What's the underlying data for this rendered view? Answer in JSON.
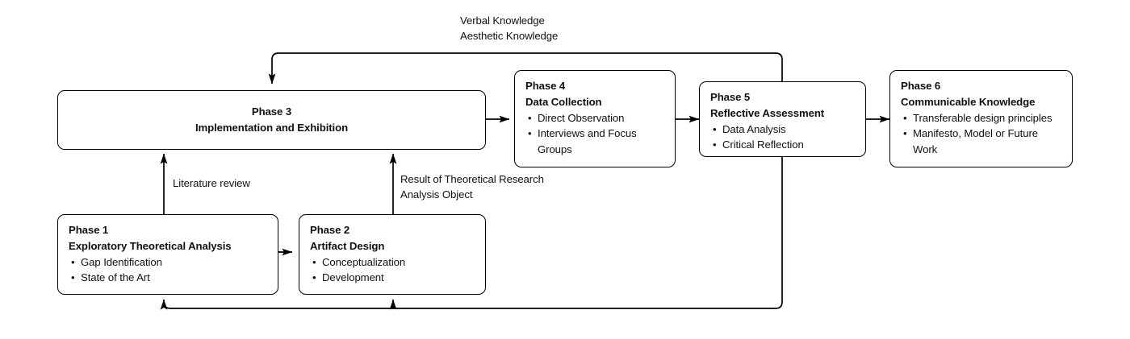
{
  "diagram": {
    "title": "Research phases process diagram",
    "stroke_color": "#000000",
    "background_color": "#ffffff",
    "text_color": "#111111",
    "bullet_glyph": "•"
  },
  "boxes": {
    "phase1": {
      "phase": "Phase 1",
      "name": "Exploratory Theoretical Analysis",
      "items": [
        "Gap Identification",
        "State of the Art"
      ]
    },
    "phase2": {
      "phase": "Phase 2",
      "name": "Artifact Design",
      "items": [
        "Conceptualization",
        "Development"
      ]
    },
    "phase3": {
      "phase": "Phase 3",
      "name": "Implementation and Exhibition",
      "items": []
    },
    "phase4": {
      "phase": "Phase 4",
      "name": "Data Collection",
      "items": [
        "Direct Observation",
        "Interviews and Focus Groups"
      ]
    },
    "phase5": {
      "phase": "Phase 5",
      "name": "Reflective Assessment",
      "items": [
        "Data Analysis",
        "Critical Reflection"
      ]
    },
    "phase6": {
      "phase": "Phase 6",
      "name": "Communicable Knowledge",
      "items": [
        "Transferable design principles",
        "Manifesto, Model or Future Work"
      ]
    }
  },
  "edge_labels": {
    "feedback_top_line1": "Verbal Knowledge",
    "feedback_top_line2": "Aesthetic Knowledge",
    "literature_review": "Literature review",
    "theoretical_result_line1": "Result of Theoretical Research",
    "theoretical_result_line2": "Analysis Object"
  }
}
